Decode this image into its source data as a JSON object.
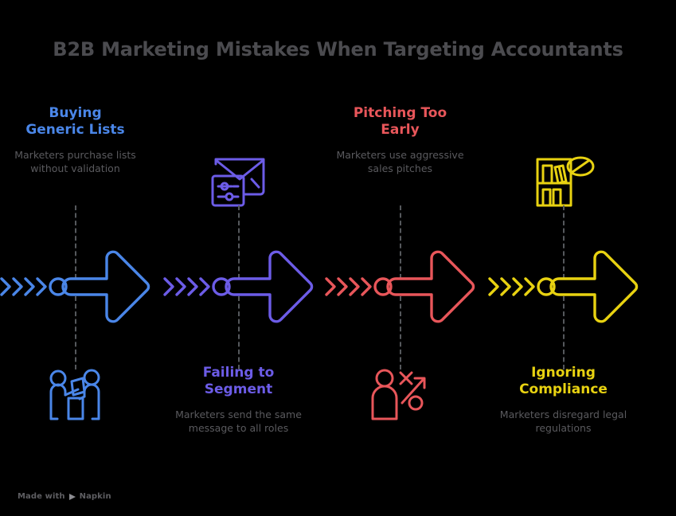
{
  "page": {
    "title": "B2B Marketing Mistakes When Targeting Accountants",
    "background_color": "#000000",
    "title_color": "#4b4b4f",
    "description_color": "#5a5a5e",
    "dash_color": "#55585c"
  },
  "watermark": {
    "prefix": "Made with",
    "brand": "Napkin",
    "icon": "napkin-play-icon"
  },
  "steps": [
    {
      "id": "buying-generic-lists",
      "heading": "Buying\nGeneric Lists",
      "heading_line1": "Buying",
      "heading_line2": "Generic Lists",
      "description": "Marketers purchase lists without validation",
      "color": "#4a86e8",
      "text_position": "top",
      "icon_position": "bottom",
      "icon": "two-people-with-list-icon",
      "chevron_count": 4
    },
    {
      "id": "failing-to-segment",
      "heading": "Failing to\nSegment",
      "heading_line1": "Failing to",
      "heading_line2": "Segment",
      "description": "Marketers send the same message to all roles",
      "color": "#6c5ce7",
      "text_position": "bottom",
      "icon_position": "top",
      "icon": "envelope-with-sliders-icon",
      "chevron_count": 4
    },
    {
      "id": "pitching-too-early",
      "heading": "Pitching Too\nEarly",
      "heading_line1": "Pitching Too",
      "heading_line2": "Early",
      "description": "Marketers use aggressive sales pitches",
      "color": "#e8565a",
      "text_position": "top",
      "icon_position": "bottom",
      "icon": "person-with-strategy-icon",
      "chevron_count": 4
    },
    {
      "id": "ignoring-compliance",
      "heading": "Ignoring\nCompliance",
      "heading_line1": "Ignoring",
      "heading_line2": "Compliance",
      "description": "Marketers disregard legal regulations",
      "color": "#e8d211",
      "text_position": "bottom",
      "icon_position": "top",
      "icon": "ledger-with-restricted-badge-icon",
      "chevron_count": 4
    }
  ]
}
